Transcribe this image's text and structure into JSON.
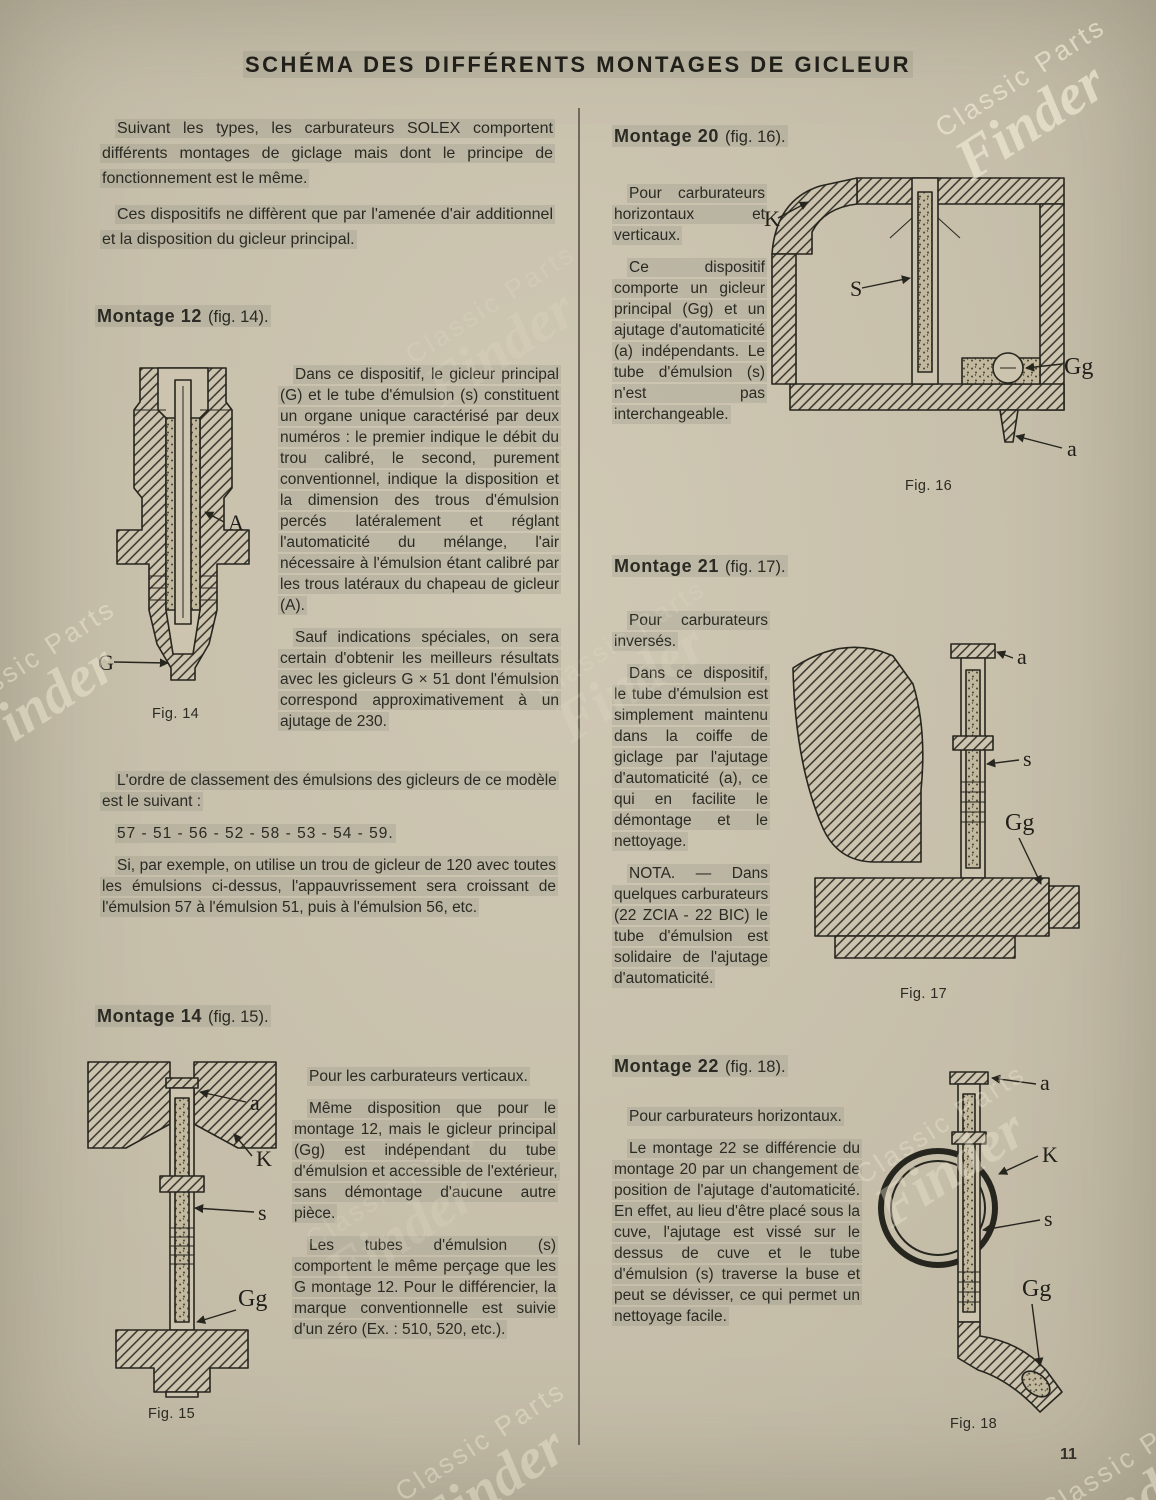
{
  "page": {
    "title": "SCHÉMA DES DIFFÉRENTS MONTAGES DE GICLEUR",
    "number": "11",
    "watermark_line1": "Classic Parts",
    "watermark_line2": "Finder"
  },
  "intro": {
    "p1": "Suivant les types, les carburateurs SOLEX comportent différents montages de giclage mais dont le principe de fonctionnement est le même.",
    "p2": "Ces dispositifs ne diffèrent que par l'amenée d'air additionnel et la disposition du gicleur principal."
  },
  "sections": {
    "m12": {
      "title": "Montage 12",
      "fig_ref": "(fig. 14).",
      "p1": "Dans ce dispositif, le gicleur principal (G) et le tube d'émulsion (s) constituent un organe unique caractérisé par deux numéros : le premier indique le débit du trou calibré, le second, purement conventionnel, indique la disposition et la dimension des trous d'émulsion percés latéralement et réglant l'automaticité du mélange, l'air nécessaire à l'émulsion étant calibré par les trous latéraux du chapeau de gicleur (A).",
      "p2": "Sauf indications spéciales, on sera certain d'obtenir les meilleurs résultats avec les gicleurs G × 51 dont l'émulsion correspond approximativement à un ajutage de 230.",
      "p3": "L'ordre de classement des émulsions des gicleurs de ce modèle est le suivant :",
      "p4": "57 - 51 - 56 - 52 - 58 - 53 - 54 - 59.",
      "p5": "Si, par exemple, on utilise un trou de gicleur de 120 avec toutes les émulsions ci-dessus, l'appauvrissement sera croissant de l'émulsion 57 à l'émulsion 51, puis à l'émulsion 56, etc.",
      "figure": {
        "caption": "Fig. 14",
        "labels": {
          "A": "A",
          "G": "G"
        }
      }
    },
    "m14": {
      "title": "Montage 14",
      "fig_ref": "(fig. 15).",
      "p1": "Pour les carburateurs verticaux.",
      "p2": "Même disposition que pour le montage 12, mais le gicleur principal (Gg) est indépendant du tube d'émulsion et accessible de l'extérieur, sans démontage d'aucune autre pièce.",
      "p3": "Les tubes d'émulsion (s) comportent le même perçage que les G montage 12. Pour le différencier, la marque conventionnelle est suivie d'un zéro (Ex. : 510, 520, etc.).",
      "figure": {
        "caption": "Fig. 15",
        "labels": {
          "a": "a",
          "K": "K",
          "s": "s",
          "Gg": "Gg"
        }
      }
    },
    "m20": {
      "title": "Montage 20",
      "fig_ref": "(fig. 16).",
      "p1": "Pour carburateurs horizontaux et verticaux.",
      "p2": "Ce dispositif comporte un gicleur principal (Gg) et un ajutage d'automaticité (a) indépendants. Le tube d'émulsion (s) n'est pas interchangeable.",
      "figure": {
        "caption": "Fig. 16",
        "labels": {
          "K": "K",
          "S": "S",
          "Gg": "Gg",
          "a": "a"
        }
      }
    },
    "m21": {
      "title": "Montage 21",
      "fig_ref": "(fig. 17).",
      "p1": "Pour carburateurs inversés.",
      "p2": "Dans ce dispositif, le tube d'émulsion est simplement maintenu dans la coiffe de giclage par l'ajutage d'automaticité (a), ce qui en facilite le démontage et le nettoyage.",
      "p3": "NOTA. — Dans quelques carburateurs (22 ZCIA - 22 BIC) le tube d'émulsion est solidaire de l'ajutage d'automaticité.",
      "figure": {
        "caption": "Fig. 17",
        "labels": {
          "a": "a",
          "s": "s",
          "Gg": "Gg"
        }
      }
    },
    "m22": {
      "title": "Montage 22",
      "fig_ref": "(fig. 18).",
      "p1": "Pour carburateurs horizontaux.",
      "p2": "Le montage 22 se différencie du montage 20 par un changement de position de l'ajutage d'automaticité. En effet, au lieu d'être placé sous la cuve, l'ajutage est vissé sur le dessus de cuve et le tube d'émulsion (s) traverse la buse et peut se dévisser, ce qui permet un nettoyage facile.",
      "figure": {
        "caption": "Fig. 18",
        "labels": {
          "a": "a",
          "K": "K",
          "s": "s",
          "Gg": "Gg"
        }
      }
    }
  }
}
